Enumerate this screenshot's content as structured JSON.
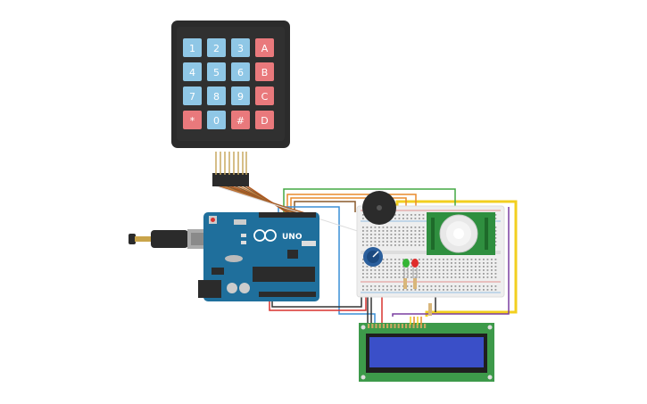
{
  "keypad": {
    "rows": [
      [
        "1",
        "2",
        "3",
        "A"
      ],
      [
        "4",
        "5",
        "6",
        "B"
      ],
      [
        "7",
        "8",
        "9",
        "C"
      ],
      [
        "*",
        "0",
        "#",
        "D"
      ]
    ],
    "digit_color": "#8fc7e6",
    "letter_color": "#e9797c",
    "body_color": "#2b2b2b"
  },
  "arduino": {
    "board_label": "UNO",
    "board_color": "#1f6f9c"
  },
  "breadboard": {
    "color": "#eeeeee"
  },
  "lcd": {
    "pcb_color": "#3d9a4a",
    "screen_color": "#3a4fc8"
  },
  "pir": {
    "pcb_color": "#2f8f3f"
  },
  "wire_colors": {
    "yellow": "#f2cf1f",
    "orange": "#e98a2b",
    "green": "#43a843",
    "red": "#d8322f",
    "blue": "#3a8fd6",
    "brown": "#8a5a2b",
    "purple": "#7a3fa0",
    "black": "#333333"
  }
}
